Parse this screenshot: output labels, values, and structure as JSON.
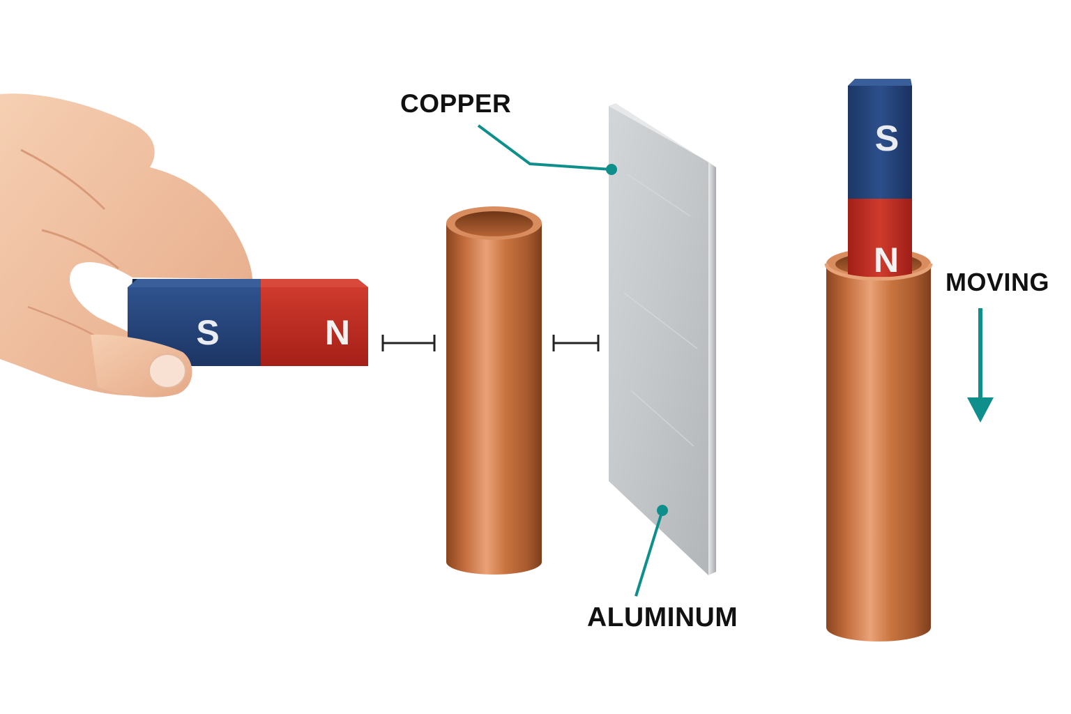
{
  "labels": {
    "copper": "COPPER",
    "aluminum": "ALUMINUM",
    "moving": "MOVING"
  },
  "magnets": {
    "horizontal": {
      "south_pole": "S",
      "north_pole": "N"
    },
    "vertical": {
      "south_pole": "S",
      "north_pole": "N"
    }
  },
  "colors": {
    "callout": "#0e8f8c",
    "magnet_south": "#223f73",
    "magnet_north": "#b8261f",
    "copper": "#c26a3c",
    "aluminum": "#c9ccce",
    "skin": "#f0bf9c"
  },
  "icons": {
    "gap_markers": "gap-bracket-icon",
    "motion_arrow": "arrow-down-icon"
  }
}
